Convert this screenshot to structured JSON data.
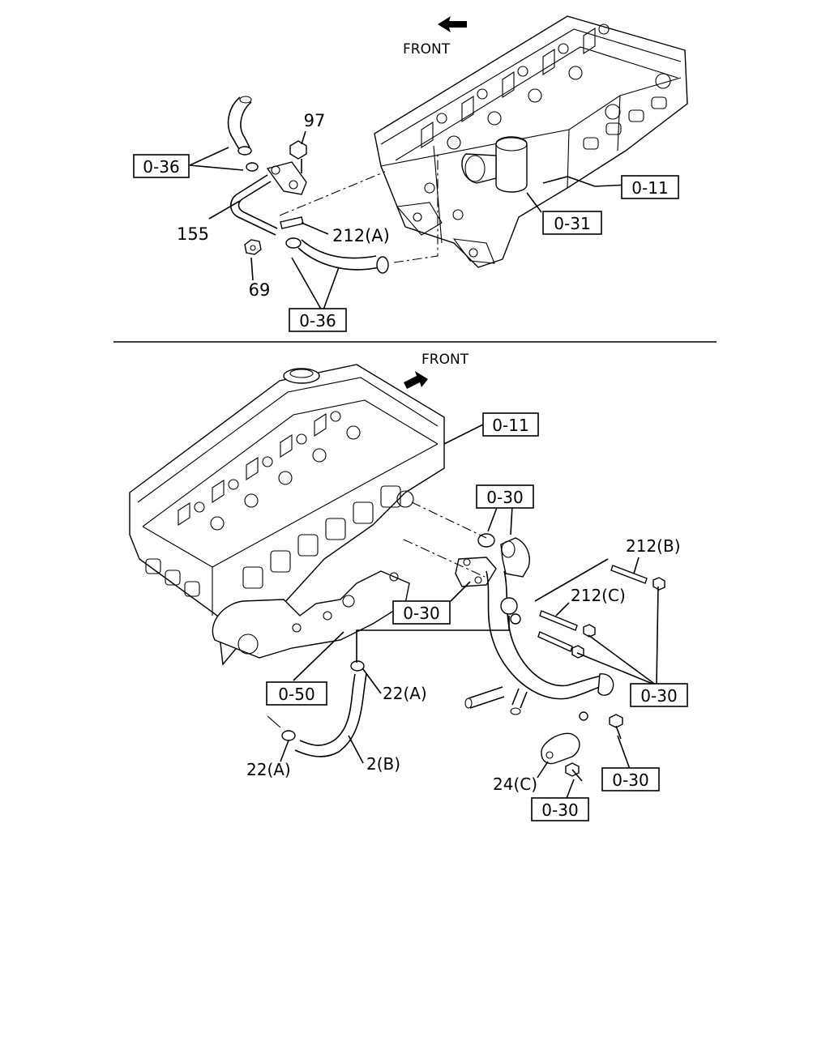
{
  "top": {
    "front_label": "FRONT",
    "labels": {
      "ref_036_left": "0-36",
      "ref_036_bottom": "0-36",
      "ref_011": "0-11",
      "ref_031": "0-31",
      "part_97": "97",
      "part_155": "155",
      "part_212a": "212(A)",
      "part_69": "69"
    }
  },
  "bottom": {
    "front_label": "FRONT",
    "labels": {
      "ref_011": "0-11",
      "ref_030_top": "0-30",
      "ref_030_mid": "0-30",
      "ref_030_right": "0-30",
      "ref_030_bolt": "0-30",
      "ref_030_bottom": "0-30",
      "ref_050": "0-50",
      "part_212b": "212(B)",
      "part_212c": "212(C)",
      "part_22a_right": "22(A)",
      "part_22a_left": "22(A)",
      "part_2b": "2(B)",
      "part_24c": "24(C)"
    }
  }
}
